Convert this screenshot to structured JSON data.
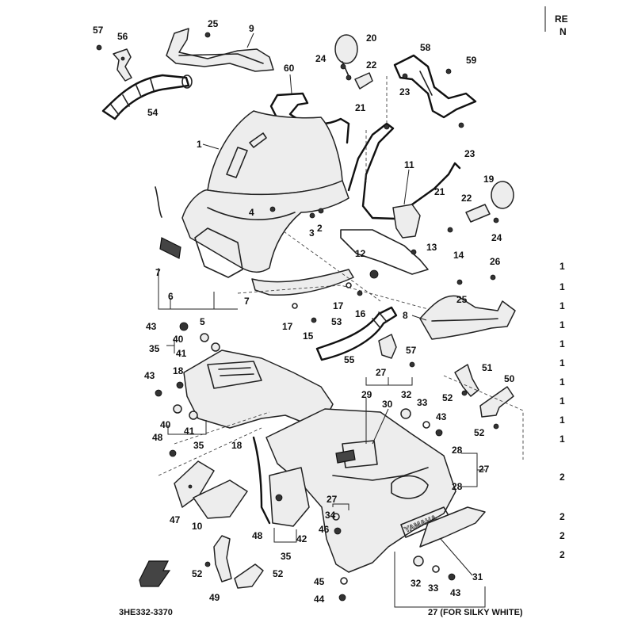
{
  "diagram": {
    "part_number_code": "3HE332-3370",
    "footnote": "27 (FOR SILKY WHITE)",
    "edge_header_top": "RE",
    "edge_header_bottom": "N",
    "callouts": {
      "c1": "1",
      "c2": "2",
      "c3": "3",
      "c4": "4",
      "c5": "5",
      "c6": "6",
      "c7a": "7",
      "c7b": "7",
      "c8": "8",
      "c9": "9",
      "c10": "10",
      "c11": "11",
      "c12": "12",
      "c13": "13",
      "c14": "14",
      "c15": "15",
      "c16": "16",
      "c17a": "17",
      "c17b": "17",
      "c18a": "18",
      "c18b": "18",
      "c19": "19",
      "c20": "20",
      "c21a": "21",
      "c21b": "21",
      "c22a": "22",
      "c22b": "22",
      "c23a": "23",
      "c23b": "23",
      "c24a": "24",
      "c24b": "24",
      "c25a": "25",
      "c25b": "25",
      "c26": "26",
      "c27a": "27",
      "c27b": "27",
      "c27c": "27",
      "c28a": "28",
      "c28b": "28",
      "c29": "29",
      "c30": "30",
      "c31": "31",
      "c32a": "32",
      "c32b": "32",
      "c33a": "33",
      "c33b": "33",
      "c34": "34",
      "c35a": "35",
      "c35b": "35",
      "c35c": "35",
      "c40a": "40",
      "c40b": "40",
      "c41a": "41",
      "c41b": "41",
      "c42": "42",
      "c43a": "43",
      "c43b": "43",
      "c43c": "43",
      "c43d": "43",
      "c44": "44",
      "c45": "45",
      "c46": "46",
      "c47": "47",
      "c48a": "48",
      "c48b": "48",
      "c49": "49",
      "c50": "50",
      "c51": "51",
      "c52a": "52",
      "c52b": "52",
      "c52c": "52",
      "c52d": "52",
      "c53": "53",
      "c54": "54",
      "c55": "55",
      "c56": "56",
      "c57a": "57",
      "c57b": "57",
      "c58": "58",
      "c59": "59",
      "c60": "60"
    },
    "right_margin_marks": [
      "1",
      "1",
      "1",
      "1",
      "1",
      "1",
      "1",
      "1",
      "1",
      "1",
      "2",
      "2",
      "2",
      "2"
    ]
  }
}
